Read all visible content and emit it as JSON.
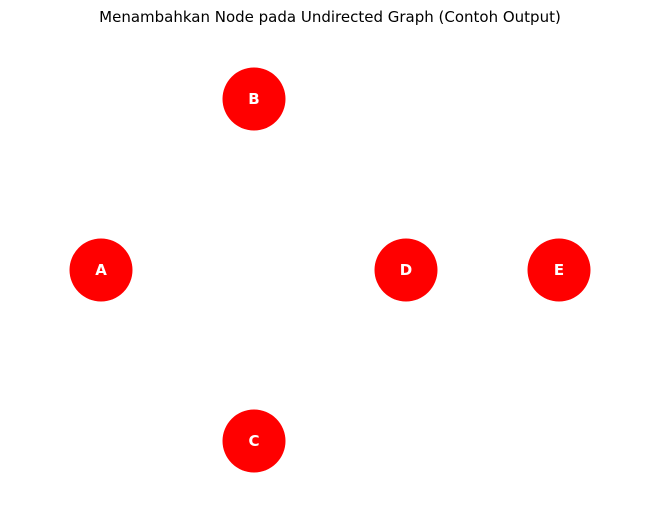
{
  "title": "Menambahkan Node pada Undirected Graph (Contoh Output)",
  "style": {
    "node_color": "#ff0000",
    "label_color": "#ffffff",
    "background": "#ffffff"
  },
  "graph": {
    "directed": false,
    "nodes": [
      {
        "id": "A",
        "label": "A"
      },
      {
        "id": "B",
        "label": "B"
      },
      {
        "id": "C",
        "label": "C"
      },
      {
        "id": "D",
        "label": "D"
      },
      {
        "id": "E",
        "label": "E"
      }
    ],
    "edges": []
  }
}
